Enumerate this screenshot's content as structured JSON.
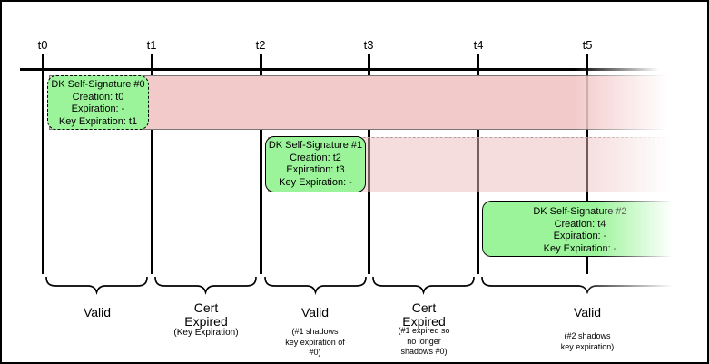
{
  "timeline": {
    "ticks": [
      {
        "label": "t0"
      },
      {
        "label": "t1"
      },
      {
        "label": "t2"
      },
      {
        "label": "t3"
      },
      {
        "label": "t4"
      },
      {
        "label": "t5"
      }
    ]
  },
  "signatures": [
    {
      "title": "DK Self-Signature #0",
      "creation": "Creation: t0",
      "expiration": "Expiration: -",
      "key_expiration": "Key Expiration: t1"
    },
    {
      "title": "DK Self-Signature #1",
      "creation": "Creation: t2",
      "expiration": "Expiration: t3",
      "key_expiration": "Key Expiration: -"
    },
    {
      "title": "DK Self-Signature #2",
      "creation": "Creation: t4",
      "expiration": "Expiration: -",
      "key_expiration": "Key Expiration: -"
    }
  ],
  "periods": [
    {
      "label1": "Valid",
      "label2": "",
      "notes": []
    },
    {
      "label1": "Cert",
      "label2": "Expired",
      "notes": [
        "(Key Expiration)"
      ]
    },
    {
      "label1": "Valid",
      "label2": "",
      "notes": [
        "(#1 shadows",
        "key expiration of",
        "#0)"
      ]
    },
    {
      "label1": "Cert",
      "label2": "Expired",
      "notes": [
        "(#1 expired so",
        "no longer",
        "shadows #0)"
      ]
    },
    {
      "label1": "Valid",
      "label2": "",
      "notes": [
        "(#2 shadows",
        "key expiration)"
      ]
    }
  ],
  "colors": {
    "expired_band": "#f3caca",
    "expired_band_light": "rgba(236,187,187,0.5)",
    "signature_green": "#9cf49a",
    "line": "#000000"
  }
}
